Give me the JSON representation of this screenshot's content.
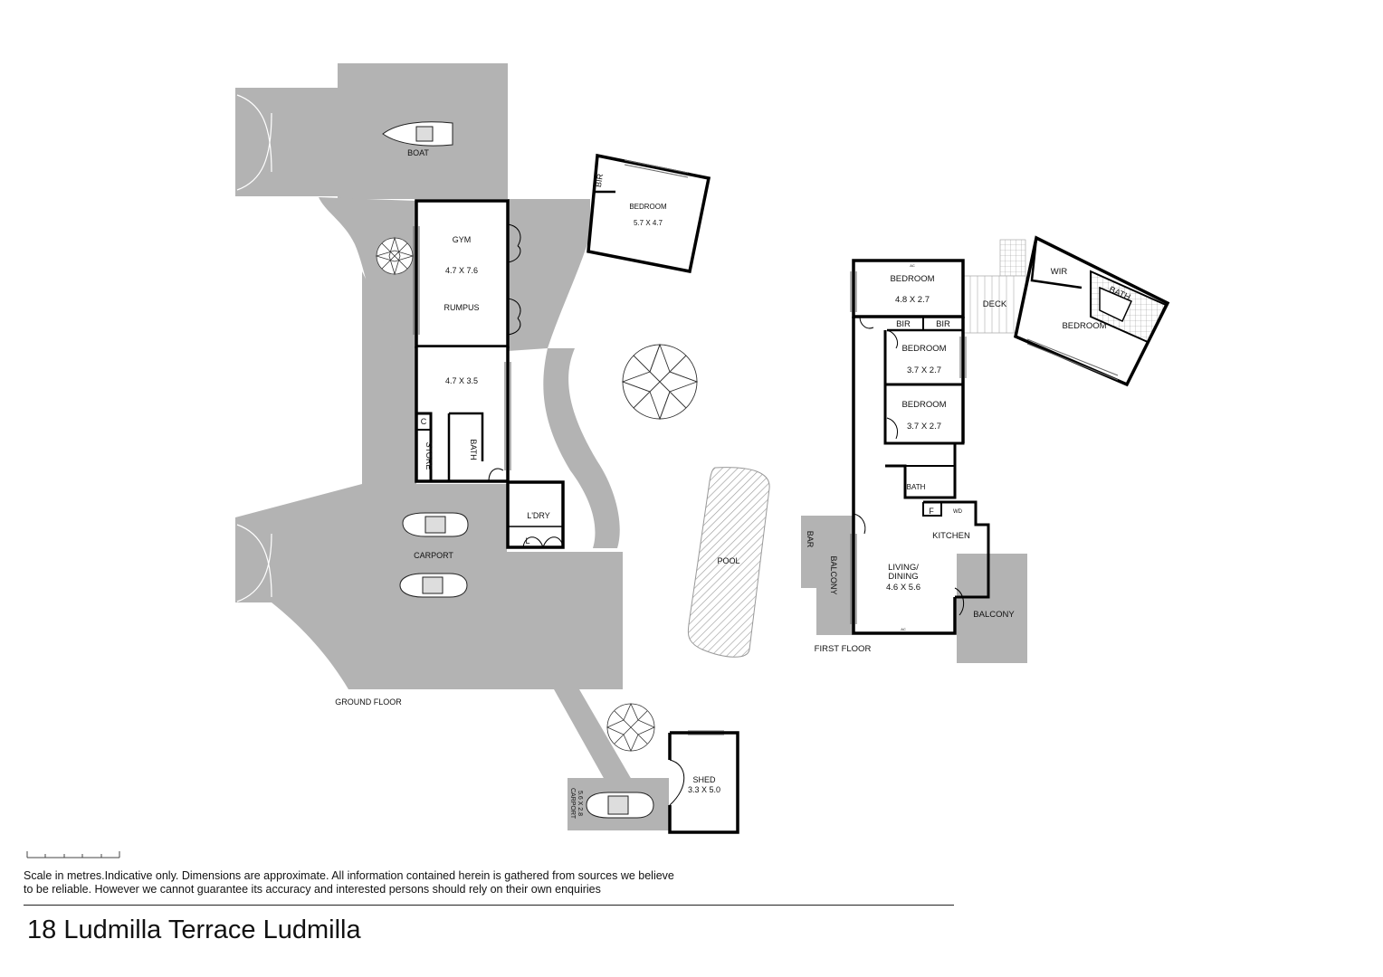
{
  "address": "18 Ludmilla Terrace Ludmilla",
  "disclaimer": "Scale in metres.Indicative only. Dimensions are approximate. All information contained herein is gathered from sources we believe to be reliable. However we cannot guarantee its accuracy and interested persons should rely on their own enquiries",
  "colors": {
    "paving": "#b3b3b3",
    "wall": "#000000",
    "pool_hatch": "#9e9e9e"
  },
  "floors": {
    "ground": {
      "label": "GROUND FLOOR"
    },
    "first": {
      "label": "FIRST FLOOR"
    }
  },
  "ground_floor": {
    "boat": "BOAT",
    "gym": {
      "name": "GYM",
      "dims": "4.7 X 7.6",
      "name2": "RUMPUS"
    },
    "room_under": {
      "dims": "4.7 X 3.5"
    },
    "c": "C",
    "store": "STORE",
    "bath": "BATH",
    "laundry": "L'DRY",
    "l": "L",
    "carport": "CARPORT",
    "detached_bedroom": {
      "bir": "BIR",
      "name": "BEDROOM",
      "dims": "5.7 X 4.7"
    },
    "pool": "POOL",
    "shed": {
      "name": "SHED",
      "dims": "3.3 X 5.0"
    },
    "carport2": {
      "name": "CARPORT",
      "dims": "5.6 X 2.8"
    }
  },
  "first_floor": {
    "bedroom1": {
      "name": "BEDROOM",
      "dims": "4.8 X 2.7"
    },
    "bir1": "BIR",
    "bir2": "BIR",
    "bedroom2": {
      "name": "BEDROOM",
      "dims": "3.7 X 2.7"
    },
    "bedroom3": {
      "name": "BEDROOM",
      "dims": "3.7 X 2.7"
    },
    "bath": "BATH",
    "f": "F",
    "wd": "WD",
    "kitchen": "KITCHEN",
    "living": {
      "name1": "LIVING/",
      "name2": "DINING",
      "dims": "4.6 X 5.6"
    },
    "bar": "BAR",
    "balcony_left": "BALCONY",
    "balcony_right": "BALCONY",
    "deck": "DECK",
    "master": {
      "wir": "WIR",
      "bath": "BATH",
      "name": "BEDROOM"
    },
    "ac": "AC"
  }
}
